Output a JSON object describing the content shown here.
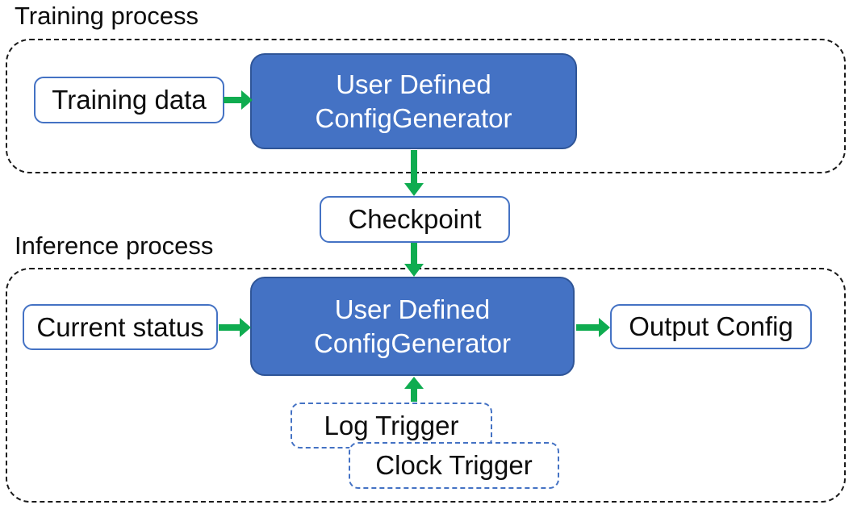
{
  "colors": {
    "blue-fill": "#4472C4",
    "blue-border": "#2F5597",
    "box-border": "#4472C4",
    "green": "#0FAC50",
    "container-border": "#1a1a1a",
    "text": "#0d0d0d"
  },
  "training": {
    "label": "Training process",
    "input_box": "Training data",
    "generator_line1": "User Defined",
    "generator_line2": "ConfigGenerator"
  },
  "checkpoint": {
    "label": "Checkpoint"
  },
  "inference": {
    "label": "Inference process",
    "input_box": "Current status",
    "generator_line1": "User Defined",
    "generator_line2": "ConfigGenerator",
    "output_box": "Output Config",
    "log_trigger": "Log Trigger",
    "clock_trigger": "Clock Trigger"
  }
}
